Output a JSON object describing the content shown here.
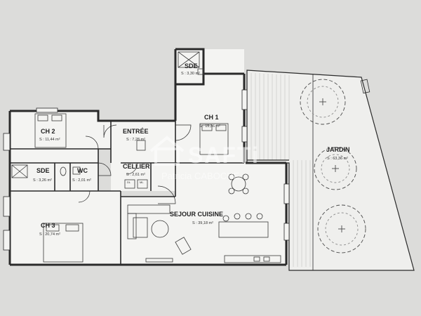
{
  "rooms": {
    "sde_top": {
      "name": "SDE",
      "area": "S : 3,30 m²"
    },
    "ch1": {
      "name": "CH 1",
      "area": "S : 15,36 m²"
    },
    "ch2": {
      "name": "CH 2",
      "area": "S : 11,44 m²"
    },
    "entree": {
      "name": "ENTRÉE",
      "area": "S : 7,28 m²"
    },
    "cellier": {
      "name": "CELLIER",
      "area": "S : 2,61 m²"
    },
    "sde_left": {
      "name": "SDE",
      "area": "S : 3,26 m²"
    },
    "wc": {
      "name": "WC",
      "area": "S : 2,01 m²"
    },
    "ch3": {
      "name": "CH 3",
      "area": "S : 20,74 m²"
    },
    "sejour": {
      "name": "SEJOUR CUISINE",
      "area": "S : 39,18 m²"
    },
    "jardin": {
      "name": "JARDIN",
      "area": "S : 63,36 m²"
    }
  },
  "appliance_labels": {
    "dl": "DL",
    "ml": "ML"
  },
  "watermark": {
    "brand": "SAFTi",
    "agent": "Patricia CABOCHE"
  },
  "colors": {
    "wall": "#2a2a2a",
    "floor": "#f4f4f2",
    "outer": "#dcdcda",
    "terrace": "#e6e6e4"
  }
}
